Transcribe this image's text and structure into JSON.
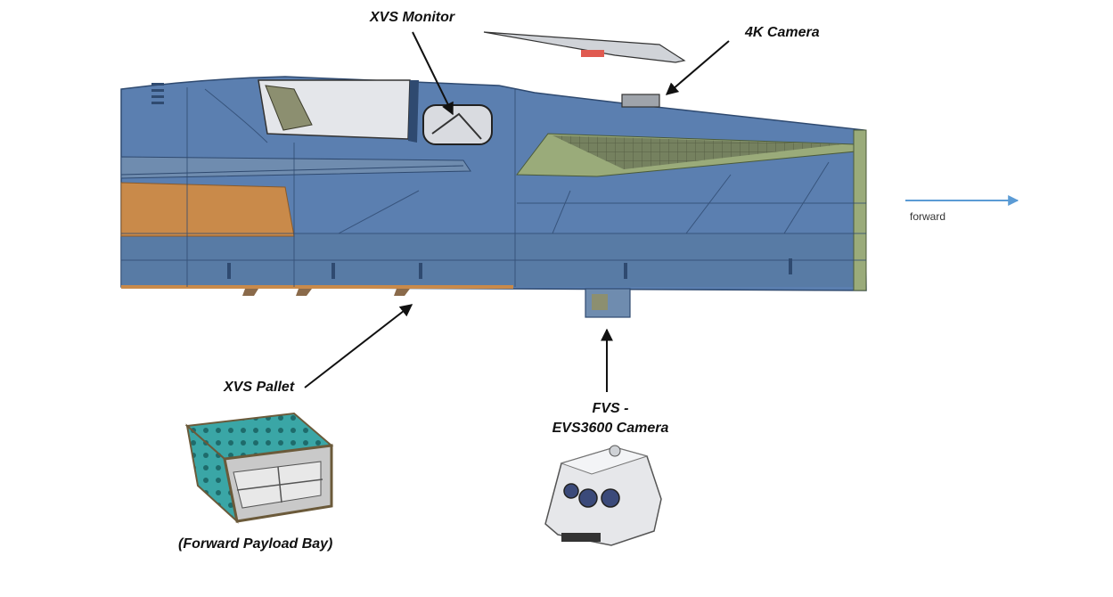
{
  "labels": {
    "xvs_monitor": "XVS Monitor",
    "camera_4k": "4K Camera",
    "forward": "forward",
    "xvs_pallet": "XVS Pallet",
    "fvs_line1": "FVS -",
    "fvs_line2": "EVS3600 Camera",
    "payload_bay": "(Forward Payload Bay)"
  },
  "colors": {
    "fuselage": "#5b7fb0",
    "fuselage_dark": "#3f5f8e",
    "orange_panel": "#c98a4a",
    "green_strake": "#9aab7a",
    "canopy": "#e4e6ea",
    "arrow": "#5b9bd5",
    "pallet_teal": "#3aa6a6",
    "line": "#111111"
  }
}
